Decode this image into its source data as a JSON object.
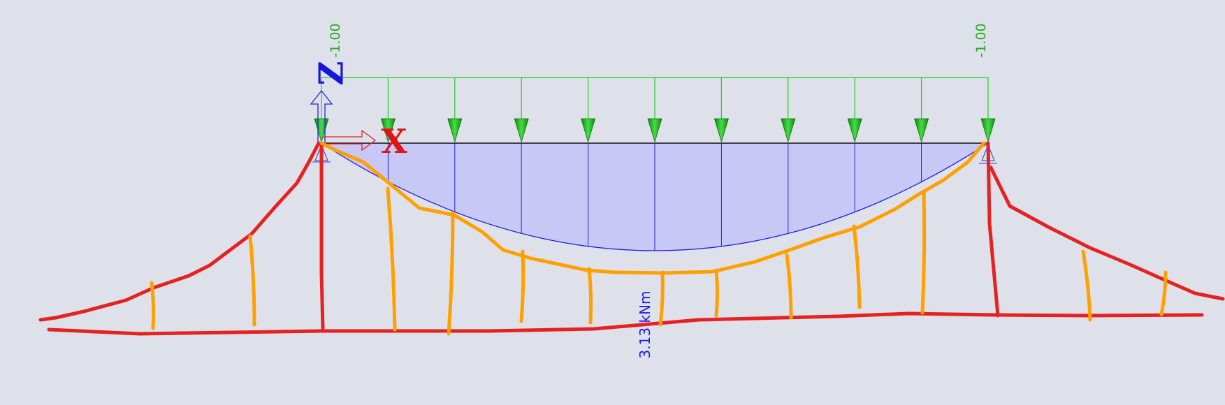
{
  "beam": {
    "load_label_left": "-1.00",
    "load_label_right": "-1.00",
    "moment_label": "3.13 kNm",
    "axis_z": "Z",
    "axis_x": "X"
  },
  "colors": {
    "background": "#dfe1ea",
    "load": "#22aa22",
    "moment_fill": "#c8c8f7",
    "moment_line": "#2222dd",
    "axis_z": "#1515dd",
    "axis_x": "#dd1515",
    "sketch_red": "#e52222",
    "sketch_orange": "#ffa000"
  }
}
